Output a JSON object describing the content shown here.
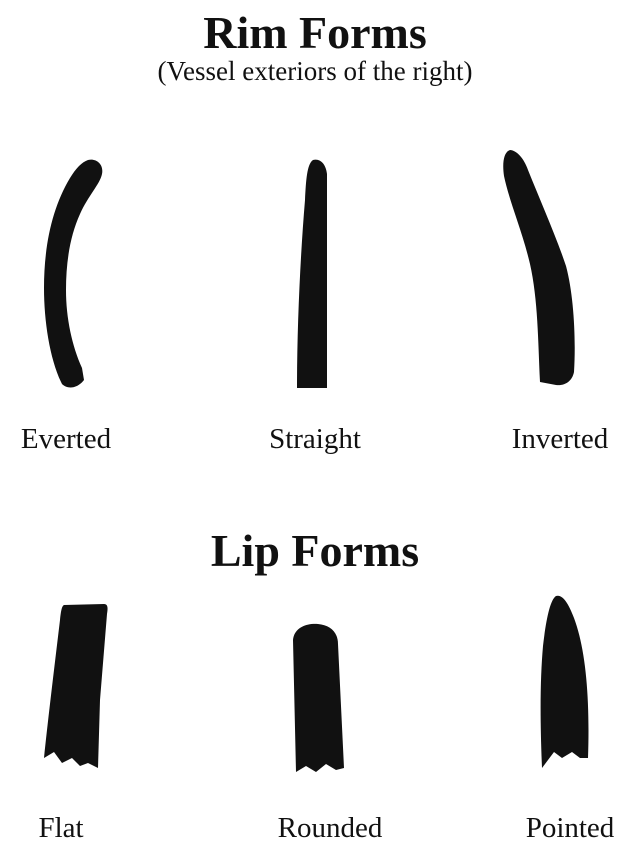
{
  "rim_forms": {
    "title": "Rim Forms",
    "subtitle": "(Vessel exteriors of the right)",
    "items": [
      {
        "label": "Everted"
      },
      {
        "label": "Straight"
      },
      {
        "label": "Inverted"
      }
    ]
  },
  "lip_forms": {
    "title": "Lip Forms",
    "items": [
      {
        "label": "Flat"
      },
      {
        "label": "Rounded"
      },
      {
        "label": "Pointed"
      }
    ]
  },
  "colors": {
    "shape_fill": "#111111",
    "text": "#111111",
    "background": "#ffffff"
  }
}
